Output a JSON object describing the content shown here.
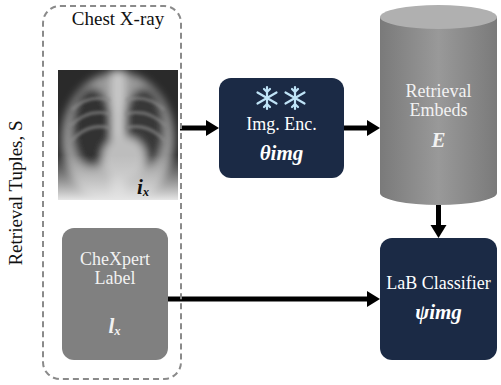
{
  "diagram": {
    "nodes": [
      {
        "text": [
          "Retrieval Tuples, S"
        ]
      },
      {
        "text": [
          "Chest X-ray",
          "iₓ"
        ],
        "in": 0
      },
      {
        "text": [
          "CheXpert Label",
          "lₓ"
        ],
        "in": 0
      },
      {
        "text": [
          "Img. Enc.",
          "θimg"
        ]
      },
      {
        "text": [
          "Retrieval Embeds",
          "E"
        ]
      },
      {
        "text": [
          "LaB Classifier",
          "ψimg"
        ]
      }
    ],
    "edges": [
      {
        "from": 1,
        "to": 3,
        "arrow": "to"
      },
      {
        "from": 3,
        "to": 4,
        "arrow": "to"
      },
      {
        "from": 4,
        "to": 5,
        "arrow": "to"
      },
      {
        "from": 2,
        "to": 5,
        "arrow": "to"
      }
    ]
  }
}
